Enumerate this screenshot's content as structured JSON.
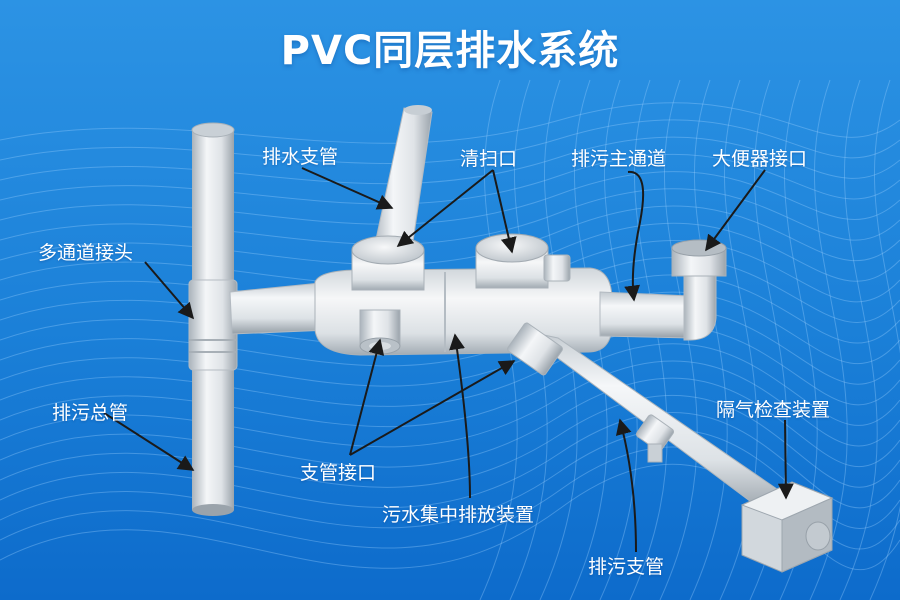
{
  "title": "PVC同层排水系统",
  "labels": {
    "multi_channel_joint": "多通道接头",
    "drain_branch_pipe": "排水支管",
    "cleanout": "清扫口",
    "main_channel": "排污主通道",
    "toilet_interface": "大便器接口",
    "main_stack": "排污总管",
    "branch_interface": "支管接口",
    "collector": "污水集中排放装置",
    "trap": "隔气检查装置",
    "sewage_branch_pipe": "排污支管"
  },
  "colors": {
    "background_top": "#2a8fe0",
    "background_bottom": "#0f6fcf",
    "pipe_light": "#f2f4f6",
    "pipe_shadow": "#a9b1b8",
    "label_text": "#ffffff",
    "leader_line": "#1a1a1a"
  }
}
